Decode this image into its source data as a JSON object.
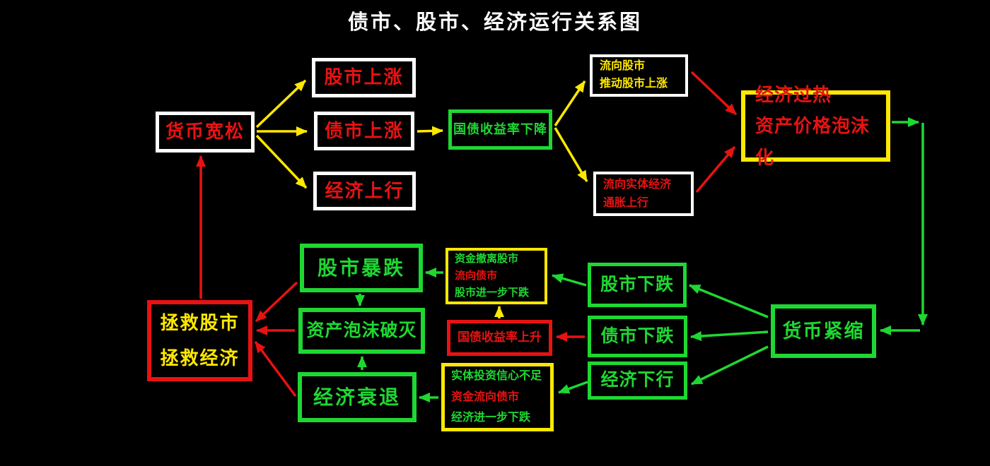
{
  "title": "债市、股市、经济运行关系图",
  "palette": {
    "background": "#000000",
    "red": "#e81212",
    "green": "#1ed832",
    "yellow": "#ffe800",
    "white": "#ffffff"
  },
  "nodes": {
    "monetary_easing": {
      "label": "货币宽松"
    },
    "stock_rise": {
      "label": "股市上涨"
    },
    "bond_rise": {
      "label": "债市上涨"
    },
    "economy_up": {
      "label": "经济上行"
    },
    "treasury_yield_down": {
      "label": "国债收益率下降"
    },
    "flow_to_stock": {
      "lines": [
        "流向股市",
        "推动股市上涨"
      ]
    },
    "flow_to_real_economy": {
      "lines": [
        "流向实体经济",
        "通胀上行"
      ]
    },
    "economy_overheat": {
      "lines": [
        "经济过热",
        "资产价格泡沫化"
      ]
    },
    "monetary_tightening": {
      "label": "货币紧缩"
    },
    "stock_fall": {
      "label": "股市下跌"
    },
    "bond_fall": {
      "label": "债市下跌"
    },
    "economy_down": {
      "label": "经济下行"
    },
    "funds_leave_stock": {
      "lines": [
        "资金撤离股市",
        "流向债市",
        "股市进一步下跌"
      ]
    },
    "treasury_yield_up": {
      "label": "国债收益率上升"
    },
    "weak_real_investment": {
      "lines": [
        "实体投资信心不足",
        "资金流向债市",
        "经济进一步下跌"
      ]
    },
    "stock_crash": {
      "label": "股市暴跌"
    },
    "asset_bubble_burst": {
      "label": "资产泡沫破灭"
    },
    "economy_recession": {
      "label": "经济衰退"
    },
    "rescue": {
      "lines": [
        "拯救股市",
        "拯救经济"
      ]
    }
  }
}
